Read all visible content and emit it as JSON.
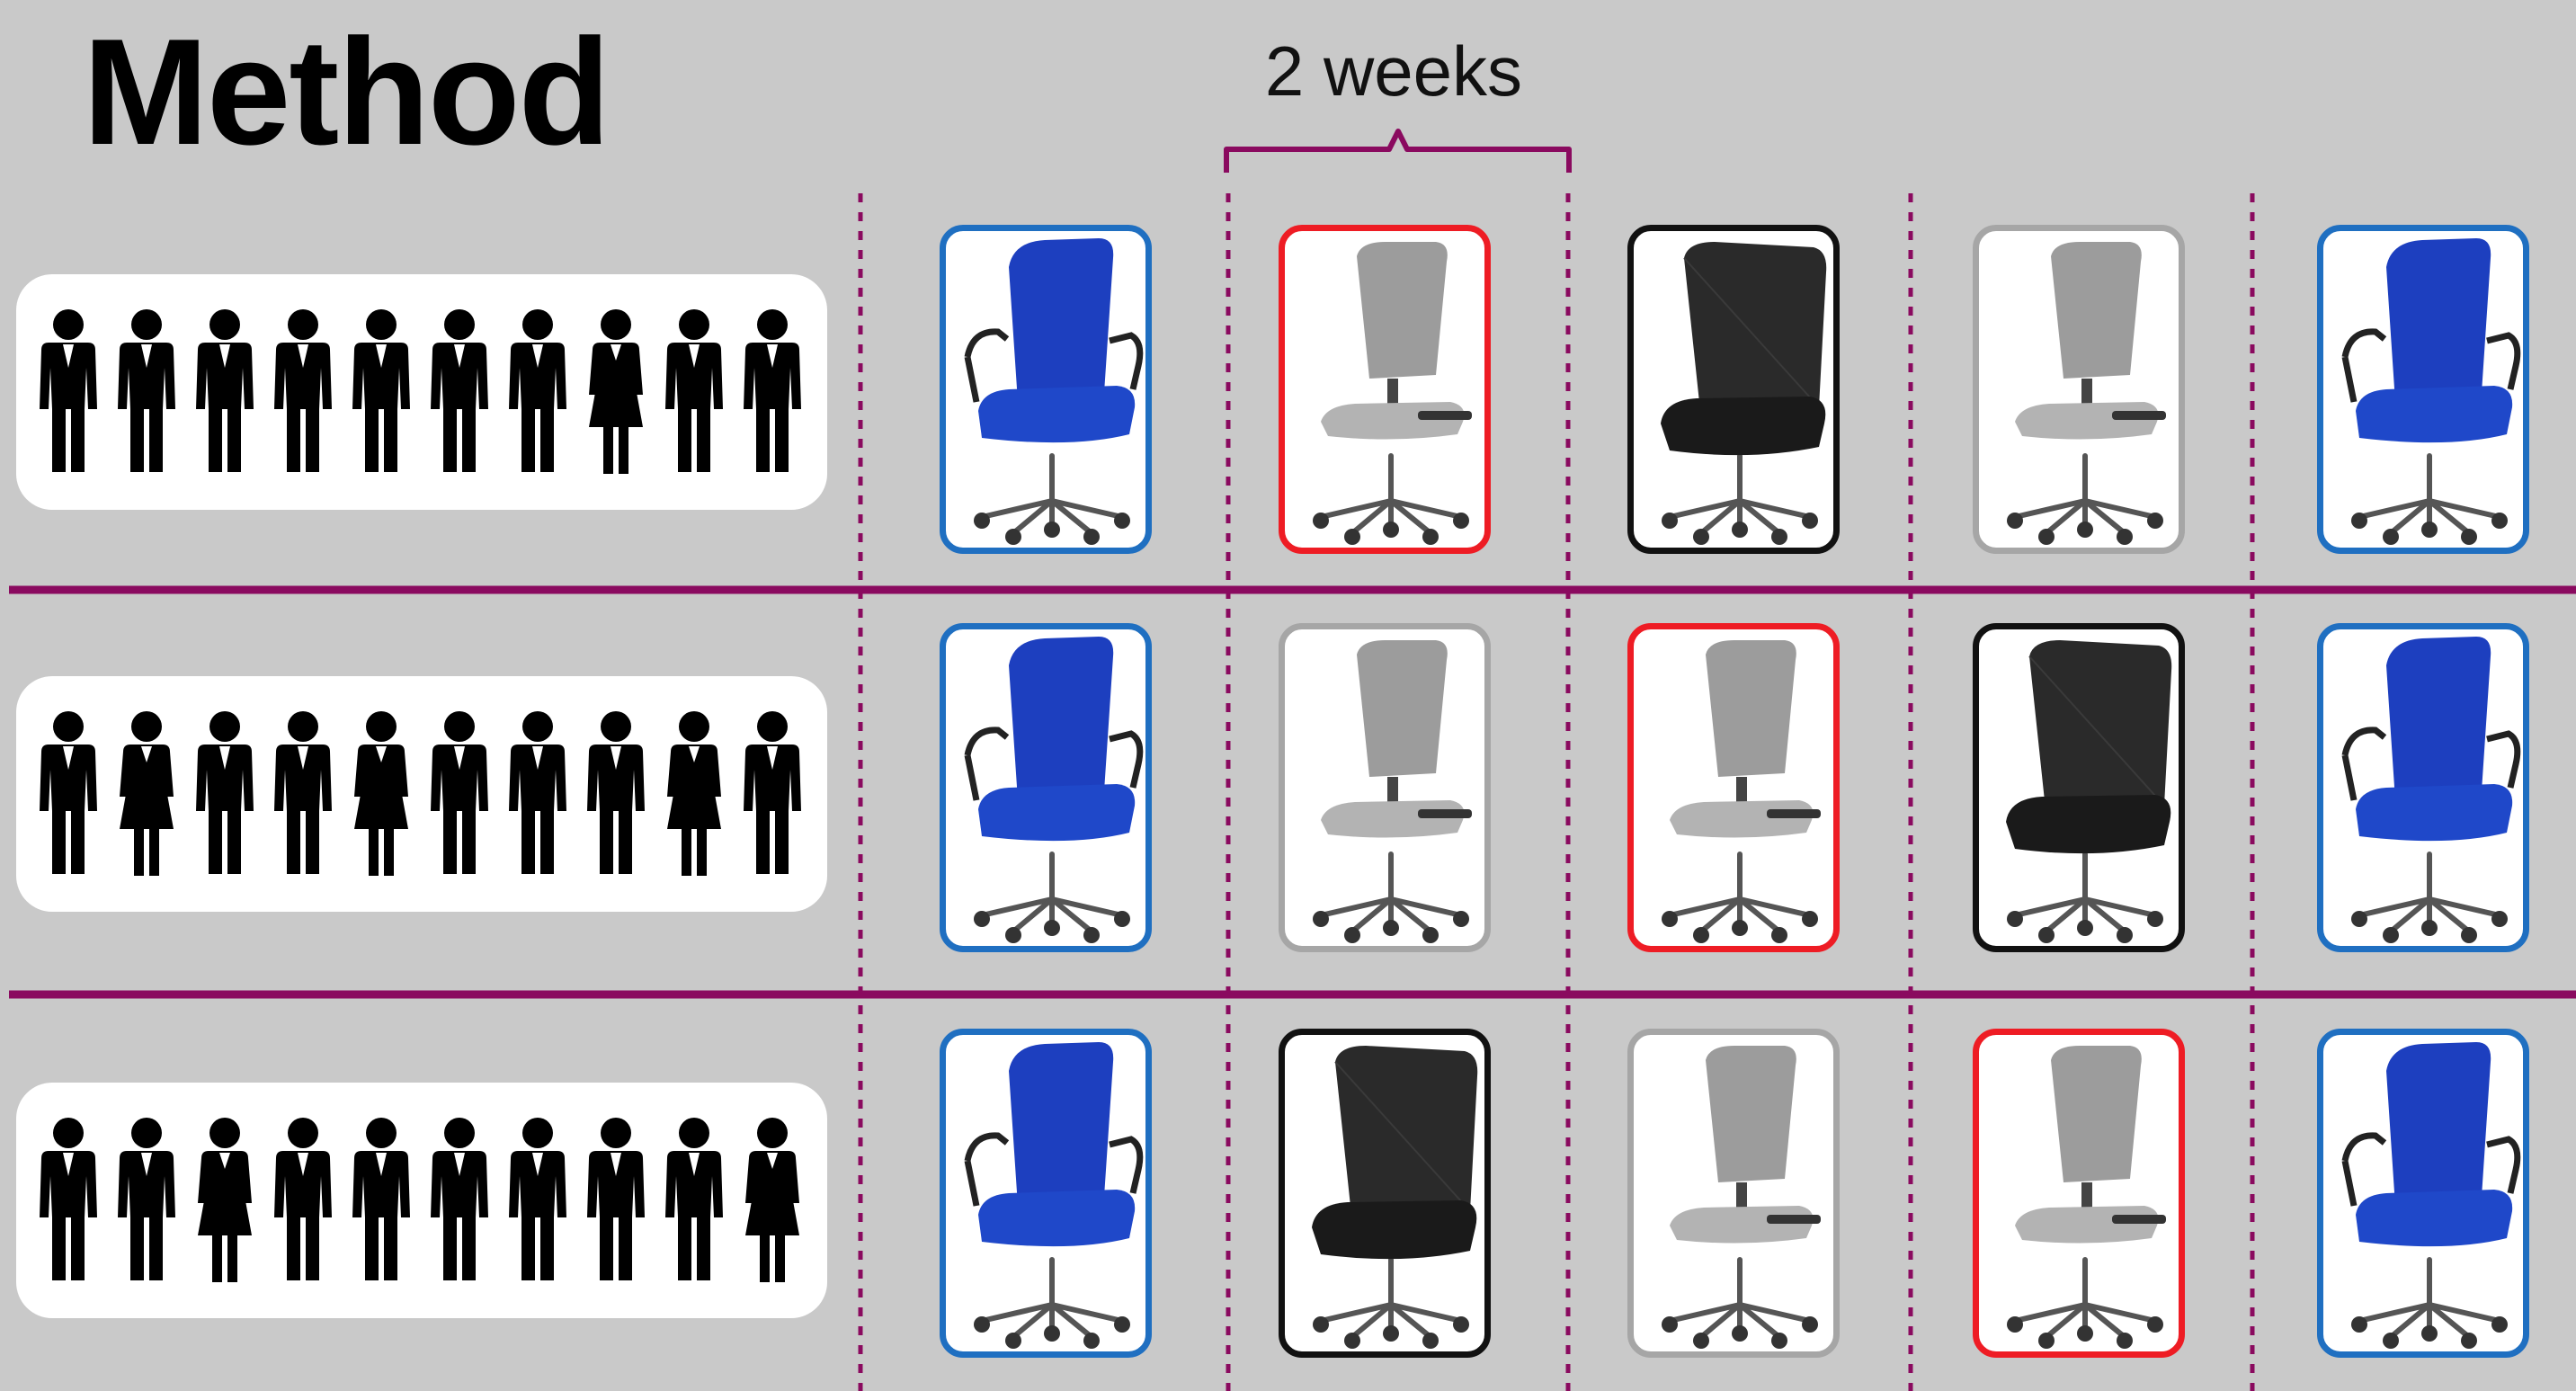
{
  "title": "Method",
  "period_label": "2 weeks",
  "colors": {
    "background": "#c9c9c9",
    "divider": "#8a0a5f",
    "blue": "#1f6fc1",
    "red": "#ee1c24",
    "black": "#111111",
    "gray": "#a6a6a6"
  },
  "groups": [
    {
      "people": [
        "man",
        "man",
        "man",
        "man",
        "man",
        "man",
        "man",
        "woman",
        "man",
        "man"
      ],
      "chairs": [
        "blue-chair",
        "gray-chair",
        "mesh-chair",
        "gray-chair",
        "blue-chair"
      ],
      "frames": [
        "blue",
        "red",
        "black",
        "gray",
        "blue"
      ]
    },
    {
      "people": [
        "man",
        "woman",
        "man",
        "man",
        "woman",
        "man",
        "man",
        "man",
        "woman",
        "man"
      ],
      "chairs": [
        "blue-chair",
        "gray-chair",
        "gray-chair",
        "mesh-chair",
        "blue-chair"
      ],
      "frames": [
        "blue",
        "gray",
        "red",
        "black",
        "blue"
      ]
    },
    {
      "people": [
        "man",
        "man",
        "woman",
        "man",
        "man",
        "man",
        "man",
        "man",
        "man",
        "woman"
      ],
      "chairs": [
        "blue-chair",
        "mesh-chair",
        "gray-chair",
        "gray-chair",
        "blue-chair"
      ],
      "frames": [
        "blue",
        "black",
        "gray",
        "red",
        "blue"
      ]
    }
  ]
}
